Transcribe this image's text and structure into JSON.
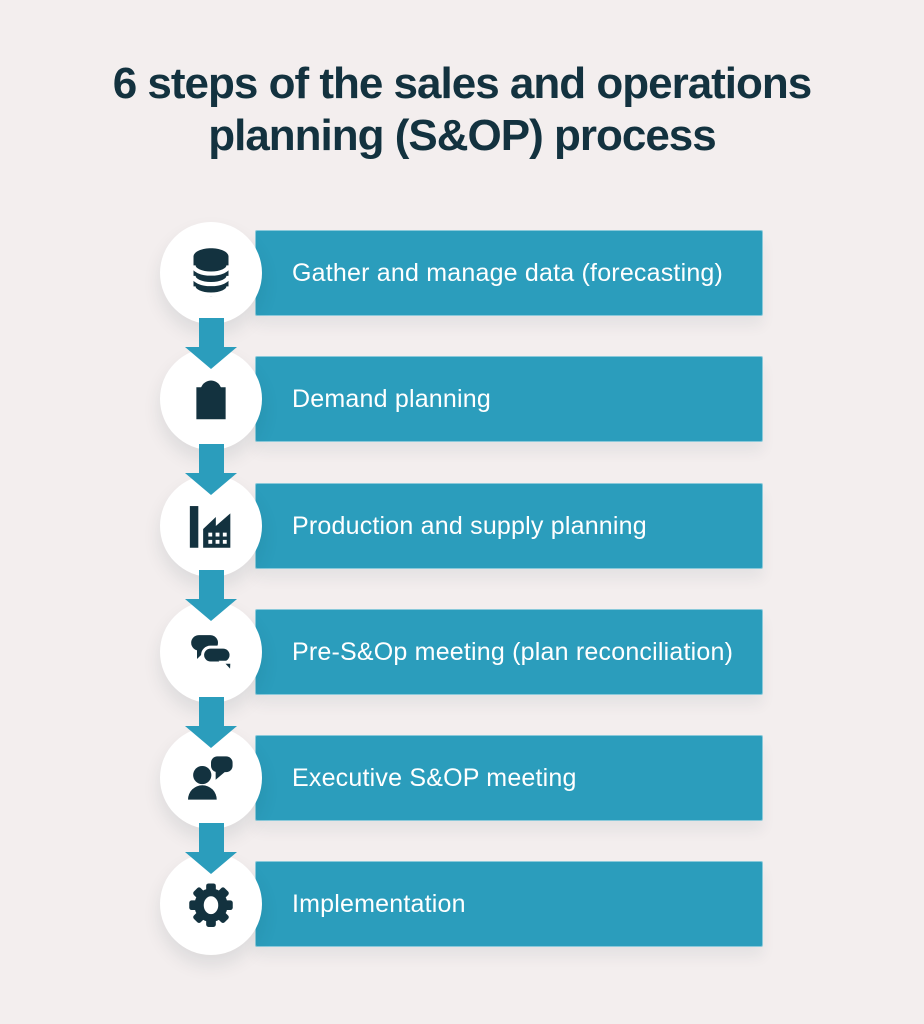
{
  "title": {
    "line1": "6 steps of the sales and operations",
    "line2": "planning (S&OP) process"
  },
  "steps": [
    {
      "label": "Gather and manage data (forecasting)",
      "icon": "database-icon"
    },
    {
      "label": "Demand planning",
      "icon": "shopping-bag-icon"
    },
    {
      "label": "Production and supply planning",
      "icon": "factory-icon"
    },
    {
      "label": "Pre-S&Op meeting (plan reconciliation)",
      "icon": "chat-bubbles-icon"
    },
    {
      "label": "Executive S&OP meeting",
      "icon": "person-speech-icon"
    },
    {
      "label": "Implementation",
      "icon": "gear-icon"
    }
  ],
  "colors": {
    "background": "#f3eeee",
    "bar": "#2b9dbc",
    "dark": "#13323f",
    "circle": "#ffffff",
    "text_on_bar": "#ffffff"
  }
}
